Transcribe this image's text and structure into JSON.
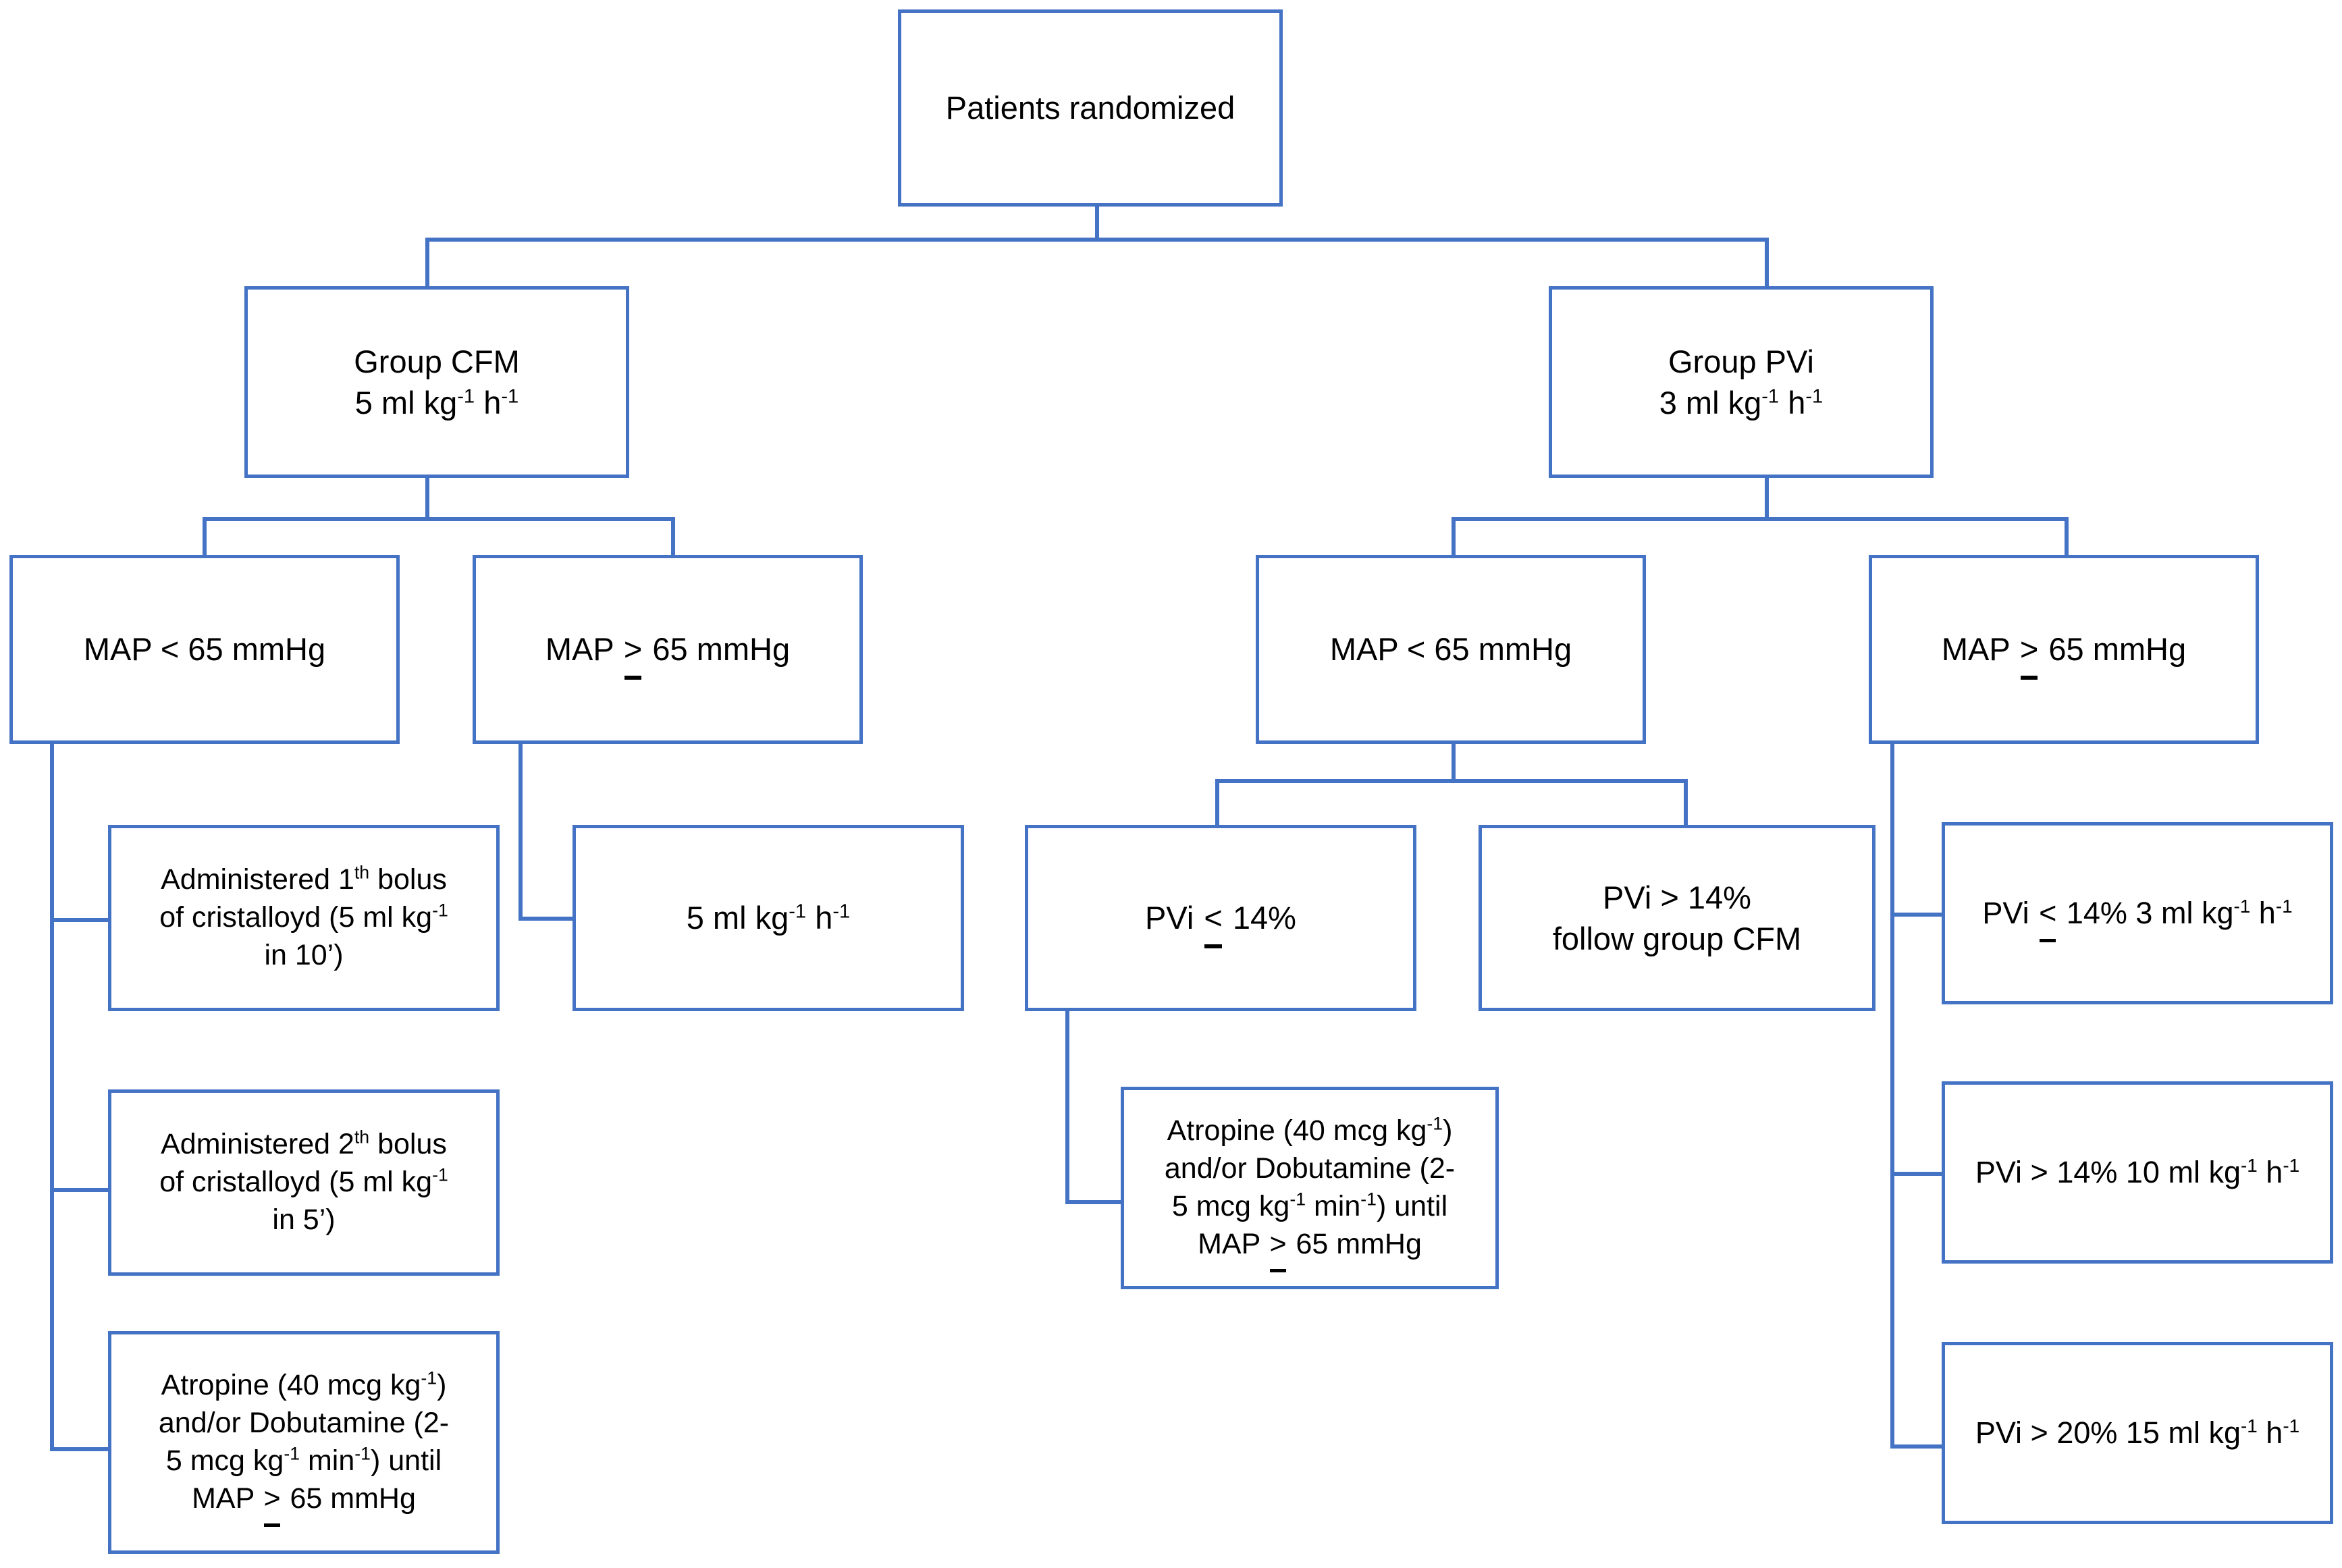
{
  "diagram": {
    "title": "Patients randomized study protocol flowchart",
    "accent_color": "#4472C4",
    "text_color": "#000000",
    "background_color": "#FFFFFF"
  },
  "nodes": {
    "root": {
      "line1": "Patients randomized"
    },
    "group_cfm": {
      "line1": "Group CFM",
      "line2_pre": "5 ml kg",
      "line2_sup1": "-1",
      "line2_mid": " h",
      "line2_sup2": "-1"
    },
    "group_pvi": {
      "line1": "Group PVi",
      "line2_pre": "3 ml kg",
      "line2_sup1": "-1",
      "line2_mid": " h",
      "line2_sup2": "-1"
    },
    "cfm_map_low": {
      "pre": "MAP < 65 mmHg"
    },
    "cfm_map_high": {
      "pre": "MAP ",
      "op": ">",
      "post": " 65 mmHg"
    },
    "pvi_map_low": {
      "pre": "MAP < 65 mmHg"
    },
    "pvi_map_high": {
      "pre": "MAP ",
      "op": ">",
      "post": " 65 mmHg"
    },
    "bolus1": {
      "l1": "Administered 1",
      "l1_sup": "th",
      "l1_end": " bolus",
      "l2": "of cristalloyd (5 ml kg",
      "l2_sup": "-1",
      "l3": "in 10’)"
    },
    "bolus2": {
      "l1": "Administered 2",
      "l1_sup": "th",
      "l1_end": " bolus",
      "l2": "of cristalloyd (5 ml kg",
      "l2_sup": "-1",
      "l3": "in 5’)"
    },
    "atropine_left": {
      "l1": "Atropine (40 mcg kg",
      "l1_sup": "-1",
      "l1_end": ")",
      "l2": "and/or Dobutamine (2-",
      "l3a": "5 mcg kg",
      "l3_sup1": "-1",
      "l3b": " min",
      "l3_sup2": "-1",
      "l3c": ") until",
      "l4_pre": "MAP ",
      "l4_op": ">",
      "l4_post": " 65 mmHg"
    },
    "cfm_maintain": {
      "pre": "5 ml kg",
      "sup1": "-1",
      "mid": " h",
      "sup2": "-1"
    },
    "pvi_low_14": {
      "pre": "PVi ",
      "op": "<",
      "post": " 14%"
    },
    "pvi_high_14": {
      "line1": "PVi > 14%",
      "line2": "follow group CFM"
    },
    "atropine_mid": {
      "l1": "Atropine (40 mcg kg",
      "l1_sup": "-1",
      "l1_end": ")",
      "l2": "and/or Dobutamine (2-",
      "l3a": "5 mcg kg",
      "l3_sup1": "-1",
      "l3b": " min",
      "l3_sup2": "-1",
      "l3c": ") until",
      "l4_pre": "MAP ",
      "l4_op": ">",
      "l4_post": " 65 mmHg"
    },
    "pvi_r1": {
      "pre": "PVi ",
      "op": "<",
      "mid": " 14% 3 ml kg",
      "sup1": "-1",
      "mid2": " h",
      "sup2": "-1"
    },
    "pvi_r2": {
      "pre": "PVi > 14% 10 ml kg",
      "sup1": "-1",
      "mid": " h",
      "sup2": "-1"
    },
    "pvi_r3": {
      "pre": "PVi > 20% 15 ml kg",
      "sup1": "-1",
      "mid": " h",
      "sup2": "-1"
    }
  }
}
